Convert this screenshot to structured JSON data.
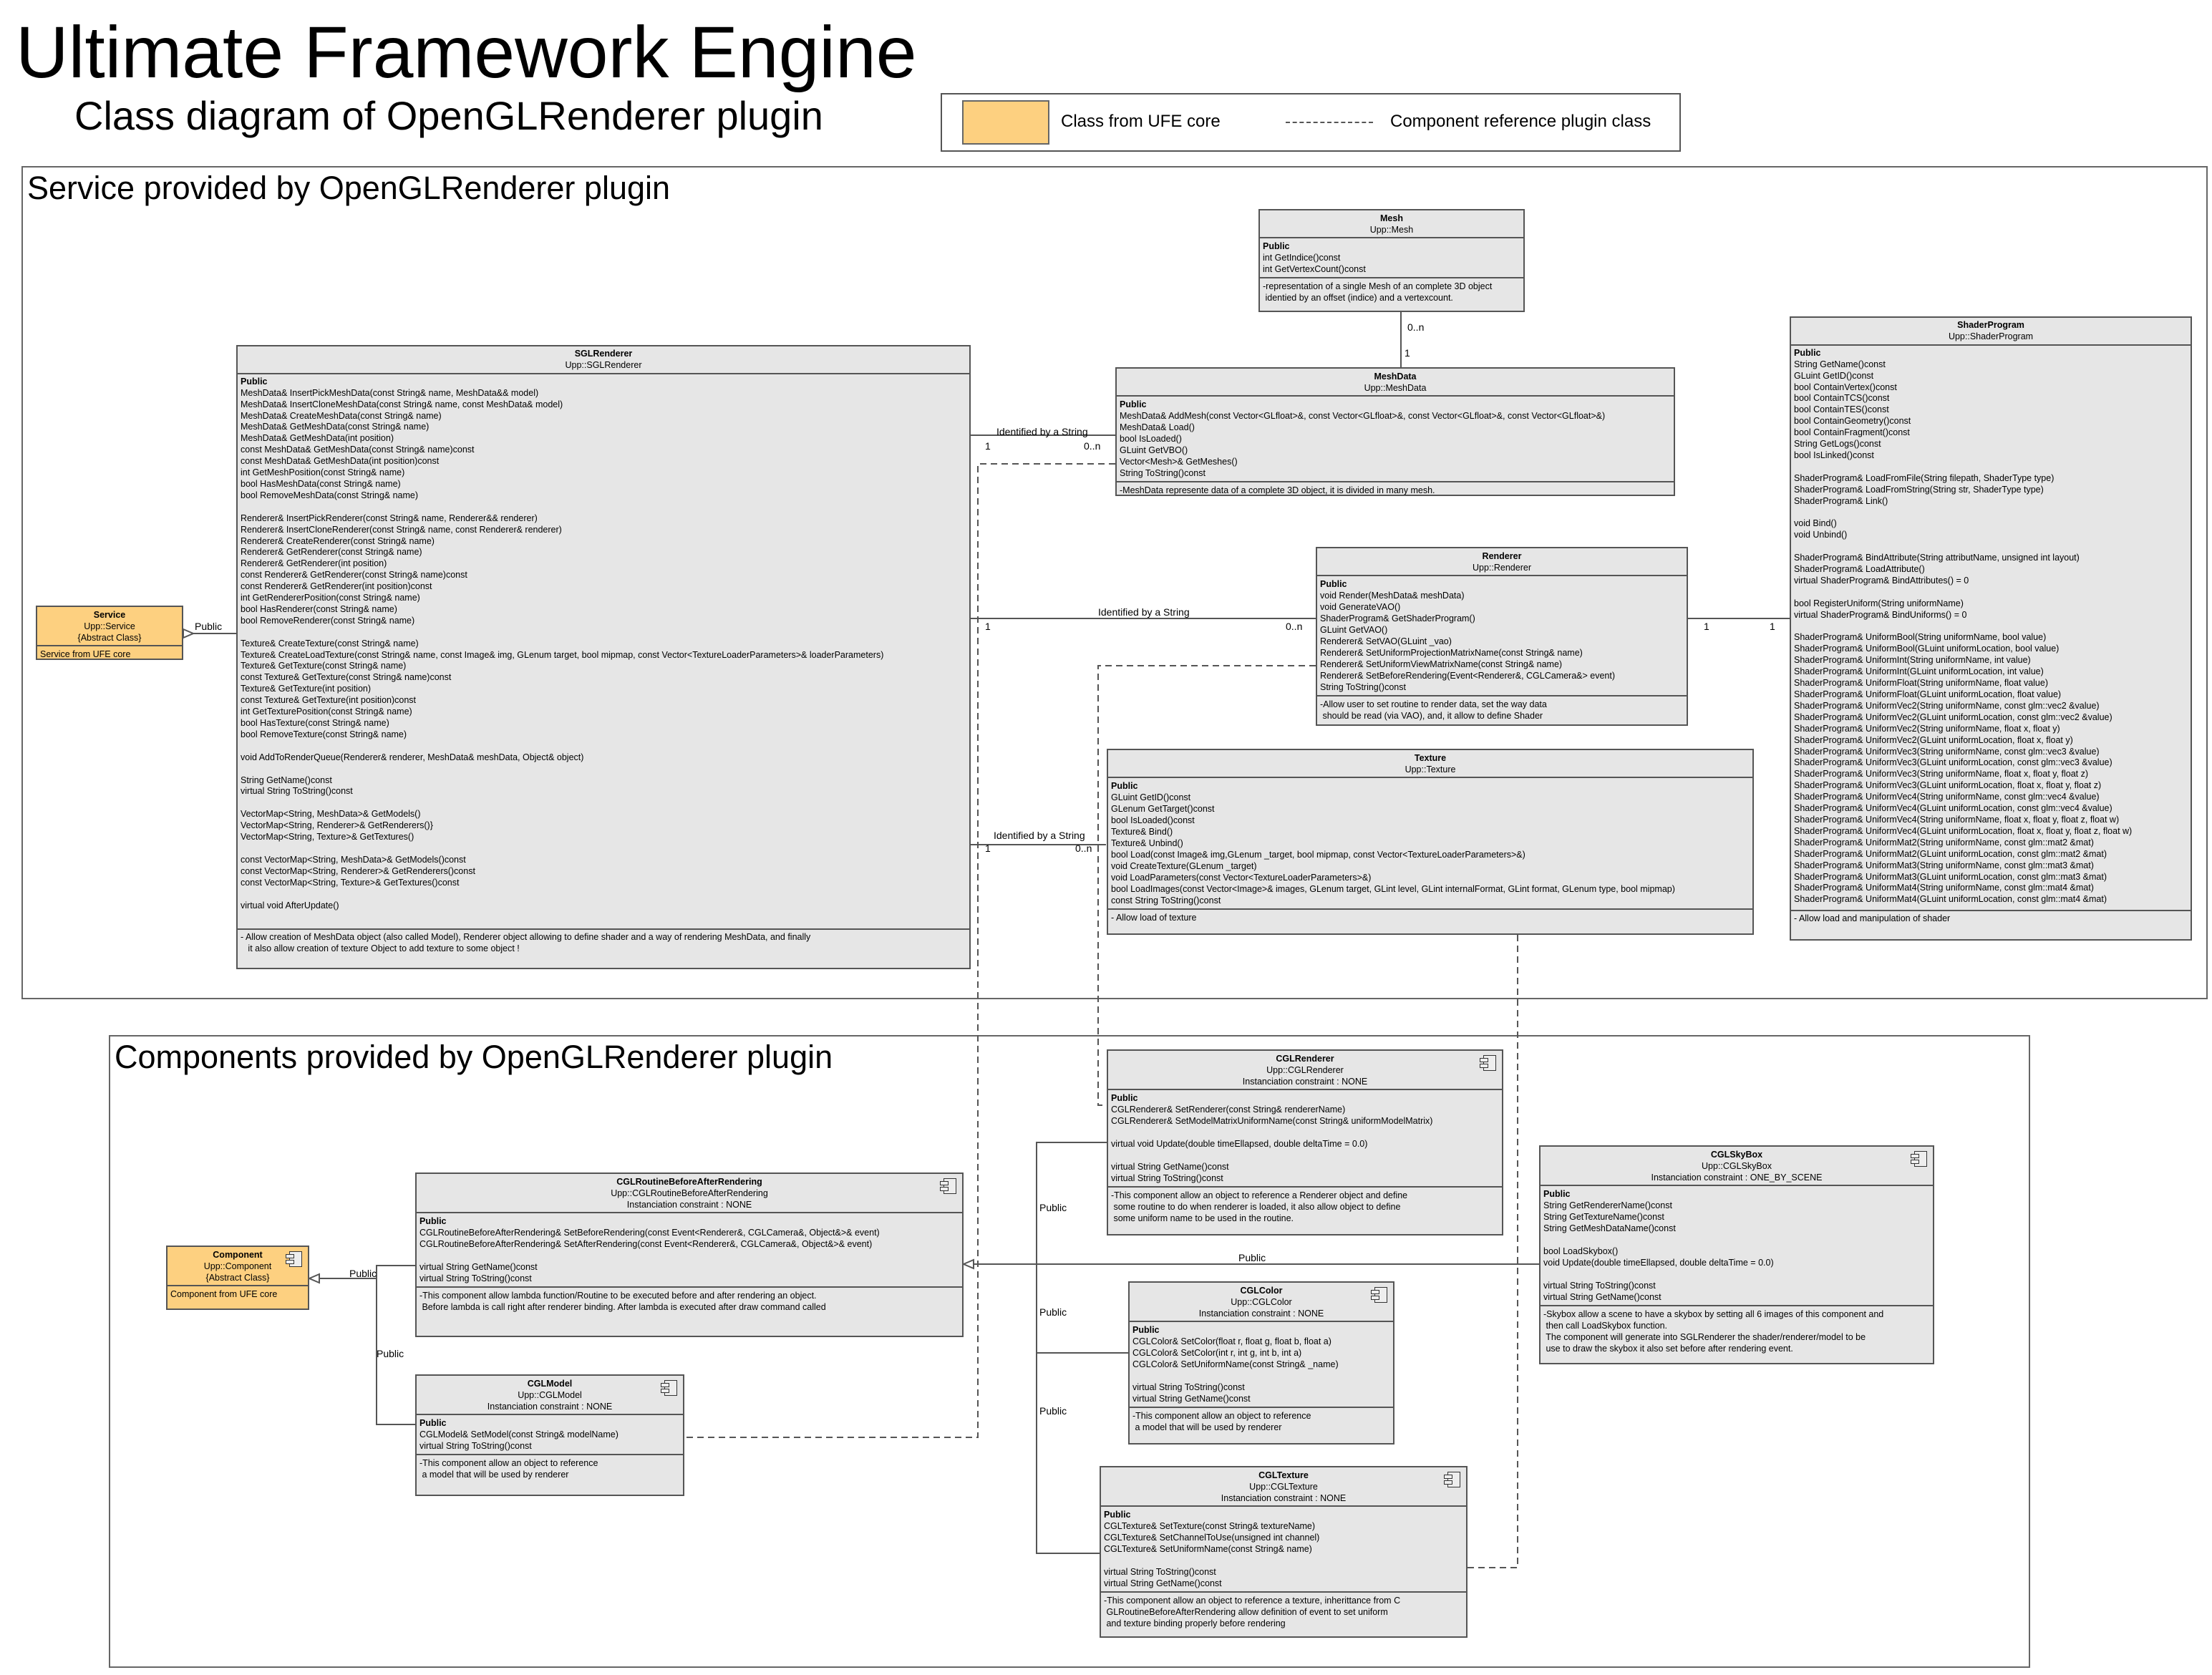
{
  "title": "Ultimate Framework Engine",
  "subtitle": "Class diagram of OpenGLRenderer plugin",
  "legend": {
    "core_label": "Class from UFE core",
    "core_color": "#fdd080",
    "ref_label": "Component reference plugin class"
  },
  "packages": {
    "service": "Service provided by OpenGLRenderer plugin",
    "components": "Components provided by OpenGLRenderer plugin"
  },
  "classes": {
    "mesh": {
      "name": "Mesh",
      "ns": "Upp::Mesh",
      "vis": "Public",
      "methods": "int GetIndice()const\nint GetVertexCount()const",
      "desc": "-representation of a single Mesh of an complete 3D object\n identied by an offset (indice) and a vertexcount."
    },
    "meshdata": {
      "name": "MeshData",
      "ns": "Upp::MeshData",
      "vis": "Public",
      "methods": "MeshData& AddMesh(const Vector<GLfloat>&, const Vector<GLfloat>&, const Vector<GLfloat>&, const Vector<GLfloat>&)\nMeshData& Load()\nbool IsLoaded()\nGLuint GetVBO()\nVector<Mesh>& GetMeshes()\nString ToString()const",
      "desc": "-MeshData represente data of a complete 3D object, it is divided in many mesh."
    },
    "shaderprogram": {
      "name": "ShaderProgram",
      "ns": "Upp::ShaderProgram",
      "vis": "Public",
      "methods": "String GetName()const\nGLuint GetID()const\nbool ContainVertex()const\nbool ContainTCS()const\nbool ContainTES()const\nbool ContainGeometry()const\nbool ContainFragment()const\nString GetLogs()const\nbool IsLinked()const\n\nShaderProgram& LoadFromFile(String filepath, ShaderType type)\nShaderProgram& LoadFromString(String str, ShaderType type)\nShaderProgram& Link()\n\nvoid Bind()\nvoid Unbind()\n\nShaderProgram& BindAttribute(String attributName, unsigned int layout)\nShaderProgram& LoadAttribute()\nvirtual ShaderProgram& BindAttributes() = 0\n\nbool RegisterUniform(String uniformName)\nvirtual ShaderProgram& BindUniforms() = 0\n\nShaderProgram& UniformBool(String uniformName, bool value)\nShaderProgram& UniformBool(GLuint uniformLocation, bool value)\nShaderProgram& UniformInt(String uniformName, int value)\nShaderProgram& UniformInt(GLuint uniformLocation, int value)\nShaderProgram& UniformFloat(String uniformName, float value)\nShaderProgram& UniformFloat(GLuint uniformLocation, float value)\nShaderProgram& UniformVec2(String uniformName, const glm::vec2 &value)\nShaderProgram& UniformVec2(GLuint uniformLocation, const glm::vec2 &value)\nShaderProgram& UniformVec2(String uniformName, float x, float y)\nShaderProgram& UniformVec2(GLuint uniformLocation, float x, float y)\nShaderProgram& UniformVec3(String uniformName, const glm::vec3 &value)\nShaderProgram& UniformVec3(GLuint uniformLocation, const glm::vec3 &value)\nShaderProgram& UniformVec3(String uniformName, float x, float y, float z)\nShaderProgram& UniformVec3(GLuint uniformLocation, float x, float y, float z)\nShaderProgram& UniformVec4(String uniformName, const glm::vec4 &value)\nShaderProgram& UniformVec4(GLuint uniformLocation, const glm::vec4 &value)\nShaderProgram& UniformVec4(String uniformName, float x, float y, float z, float w)\nShaderProgram& UniformVec4(GLuint uniformLocation, float x, float y, float z, float w)\nShaderProgram& UniformMat2(String uniformName, const glm::mat2 &mat)\nShaderProgram& UniformMat2(GLuint uniformLocation, const glm::mat2 &mat)\nShaderProgram& UniformMat3(String uniformName, const glm::mat3 &mat)\nShaderProgram& UniformMat3(GLuint uniformLocation, const glm::mat3 &mat)\nShaderProgram& UniformMat4(String uniformName, const glm::mat4 &mat)\nShaderProgram& UniformMat4(GLuint uniformLocation, const glm::mat4 &mat)",
      "desc": "- Allow load and manipulation of shader"
    },
    "sglrenderer": {
      "name": "SGLRenderer",
      "ns": "Upp::SGLRenderer",
      "vis": "Public",
      "methods": "MeshData& InsertPickMeshData(const String& name, MeshData&& model)\nMeshData& InsertCloneMeshData(const String& name, const MeshData& model)\nMeshData& CreateMeshData(const String& name)\nMeshData& GetMeshData(const String& name)\nMeshData& GetMeshData(int position)\nconst MeshData& GetMeshData(const String& name)const\nconst MeshData& GetMeshData(int position)const\nint GetMeshPosition(const String& name)\nbool HasMeshData(const String& name)\nbool RemoveMeshData(const String& name)\n\nRenderer& InsertPickRenderer(const String& name, Renderer&& renderer)\nRenderer& InsertCloneRenderer(const String& name, const Renderer& renderer)\nRenderer& CreateRenderer(const String& name)\nRenderer& GetRenderer(const String& name)\nRenderer& GetRenderer(int position)\nconst Renderer& GetRenderer(const String& name)const\nconst Renderer& GetRenderer(int position)const\nint GetRendererPosition(const String& name)\nbool HasRenderer(const String& name)\nbool RemoveRenderer(const String& name)\n\nTexture& CreateTexture(const String& name)\nTexture& CreateLoadTexture(const String& name, const Image& img, GLenum target, bool mipmap, const Vector<TextureLoaderParameters>& loaderParameters)\nTexture& GetTexture(const String& name)\nconst Texture& GetTexture(const String& name)const\nTexture& GetTexture(int position)\nconst Texture& GetTexture(int position)const\nint GetTexturePosition(const String& name)\nbool HasTexture(const String& name)\nbool RemoveTexture(const String& name)\n\nvoid AddToRenderQueue(Renderer& renderer, MeshData& meshData, Object& object)\n\nString GetName()const\nvirtual String ToString()const\n\nVectorMap<String, MeshData>& GetModels()\nVectorMap<String, Renderer>& GetRenderers()}\nVectorMap<String, Texture>& GetTextures()\n\nconst VectorMap<String, MeshData>& GetModels()const\nconst VectorMap<String, Renderer>& GetRenderers()const\nconst VectorMap<String, Texture>& GetTextures()const\n\nvirtual void AfterUpdate()",
      "desc": "- Allow creation of MeshData object (also called Model), Renderer object allowing to define shader and a way of rendering MeshData, and finally\n   it also allow creation of texture Object to add texture to some object !"
    },
    "renderer": {
      "name": "Renderer",
      "ns": "Upp::Renderer",
      "vis": "Public",
      "methods": "void Render(MeshData& meshData)\nvoid GenerateVAO()\nShaderProgram& GetShaderProgram()\nGLuint GetVAO()\nRenderer& SetVAO(GLuint _vao)\nRenderer& SetUniformProjectionMatrixName(const String& name)\nRenderer& SetUniformViewMatrixName(const String& name)\nRenderer& SetBeforeRendering(Event<Renderer&, CGLCamera&> event)\nString ToString()const",
      "desc": "-Allow user to set routine to render data, set the way data\n should be read (via VAO), and, it allow to define Shader"
    },
    "texture": {
      "name": "Texture",
      "ns": "Upp::Texture",
      "vis": "Public",
      "methods": "GLuint GetID()const\nGLenum GetTarget()const\nbool IsLoaded()const\nTexture& Bind()\nTexture& Unbind()\nbool Load(const Image& img,GLenum _target, bool mipmap, const Vector<TextureLoaderParameters>&)\nvoid CreateTexture(GLenum _target)\nvoid LoadParameters(const Vector<TextureLoaderParameters>&)\nbool LoadImages(const Vector<Image>& images, GLenum target, GLint level, GLint internalFormat, GLint format, GLenum type, bool mipmap)\nconst String ToString()const",
      "desc": "- Allow load of texture"
    },
    "service": {
      "name": "Service",
      "ns": "Upp::Service",
      "kind": "{Abstract Class}",
      "desc": "Service from UFE core"
    },
    "component": {
      "name": "Component",
      "ns": "Upp::Component",
      "kind": "{Abstract Class}",
      "desc": "Component from UFE core"
    },
    "cglroutine": {
      "name": "CGLRoutineBeforeAfterRendering",
      "ns": "Upp::CGLRoutineBeforeAfterRendering",
      "constraint": "Instanciation constraint : NONE",
      "vis": "Public",
      "methods": "CGLRoutineBeforeAfterRendering& SetBeforeRendering(const Event<Renderer&, CGLCamera&, Object&>& event)\nCGLRoutineBeforeAfterRendering& SetAfterRendering(const Event<Renderer&, CGLCamera&, Object&>& event)\n\nvirtual String GetName()const\nvirtual String ToString()const",
      "desc": "-This component allow lambda function/Routine to be executed before and after rendering an object.\n Before lambda is call right after renderer binding. After lambda is executed after draw command called"
    },
    "cglmodel": {
      "name": "CGLModel",
      "ns": "Upp::CGLModel",
      "constraint": "Instanciation constraint : NONE",
      "vis": "Public",
      "methods": "CGLModel& SetModel(const String& modelName)\nvirtual String ToString()const",
      "desc": "-This component allow an object to reference\n a model that will be used by renderer"
    },
    "cglrenderer": {
      "name": "CGLRenderer",
      "ns": "Upp::CGLRenderer",
      "constraint": "Instanciation constraint : NONE",
      "vis": "Public",
      "methods": "CGLRenderer& SetRenderer(const String& rendererName)\nCGLRenderer& SetModelMatrixUniformName(const String& uniformModelMatrix)\n\nvirtual void Update(double timeEllapsed, double deltaTime = 0.0)\n\nvirtual String GetName()const\nvirtual String ToString()const",
      "desc": "-This component allow an object to reference a Renderer object and define\n some routine to do when renderer is loaded, it also allow object to define\n some uniform name to be used in the routine."
    },
    "cglcolor": {
      "name": "CGLColor",
      "ns": "Upp::CGLColor",
      "constraint": "Instanciation constraint : NONE",
      "vis": "Public",
      "methods": "CGLColor& SetColor(float r, float g, float b, float a)\nCGLColor& SetColor(int r, int g, int b, int a)\nCGLColor& SetUniformName(const String& _name)\n\nvirtual String ToString()const\nvirtual String GetName()const",
      "desc": "-This component allow an object to reference\n a model that will be used by renderer"
    },
    "cgltexture": {
      "name": "CGLTexture",
      "ns": "Upp::CGLTexture",
      "constraint": "Instanciation constraint : NONE",
      "vis": "Public",
      "methods": "CGLTexture& SetTexture(const String& textureName)\nCGLTexture& SetChannelToUse(unsigned int channel)\nCGLTexture& SetUniformName(const String& name)\n\nvirtual String ToString()const\nvirtual String GetName()const",
      "desc": "-This component allow an object to reference a texture, inherittance from C\n GLRoutineBeforeAfterRendering allow definition of event to set uniform\n and texture binding properly before rendering"
    },
    "cglskybox": {
      "name": "CGLSkyBox",
      "ns": "Upp::CGLSkyBox",
      "constraint": "Instanciation constraint : ONE_BY_SCENE",
      "vis": "Public",
      "methods": "String GetRendererName()const\nString GetTextureName()const\nString GetMeshDataName()const\n\nbool LoadSkybox()\nvoid Update(double timeEllapsed, double deltaTime = 0.0)\n\nvirtual String ToString()const\nvirtual String GetName()const",
      "desc": "-Skybox allow a scene to have a skybox by setting all 6 images of this component and\n then call LoadSkybox function.\n The component will generate into SGLRenderer the shader/renderer/model to be\n use to draw the skybox it also set before after rendering event."
    }
  },
  "relations": {
    "identified_by_string": "Identified by a String",
    "public": "Public",
    "one": "1",
    "zero_n": "0..n"
  }
}
